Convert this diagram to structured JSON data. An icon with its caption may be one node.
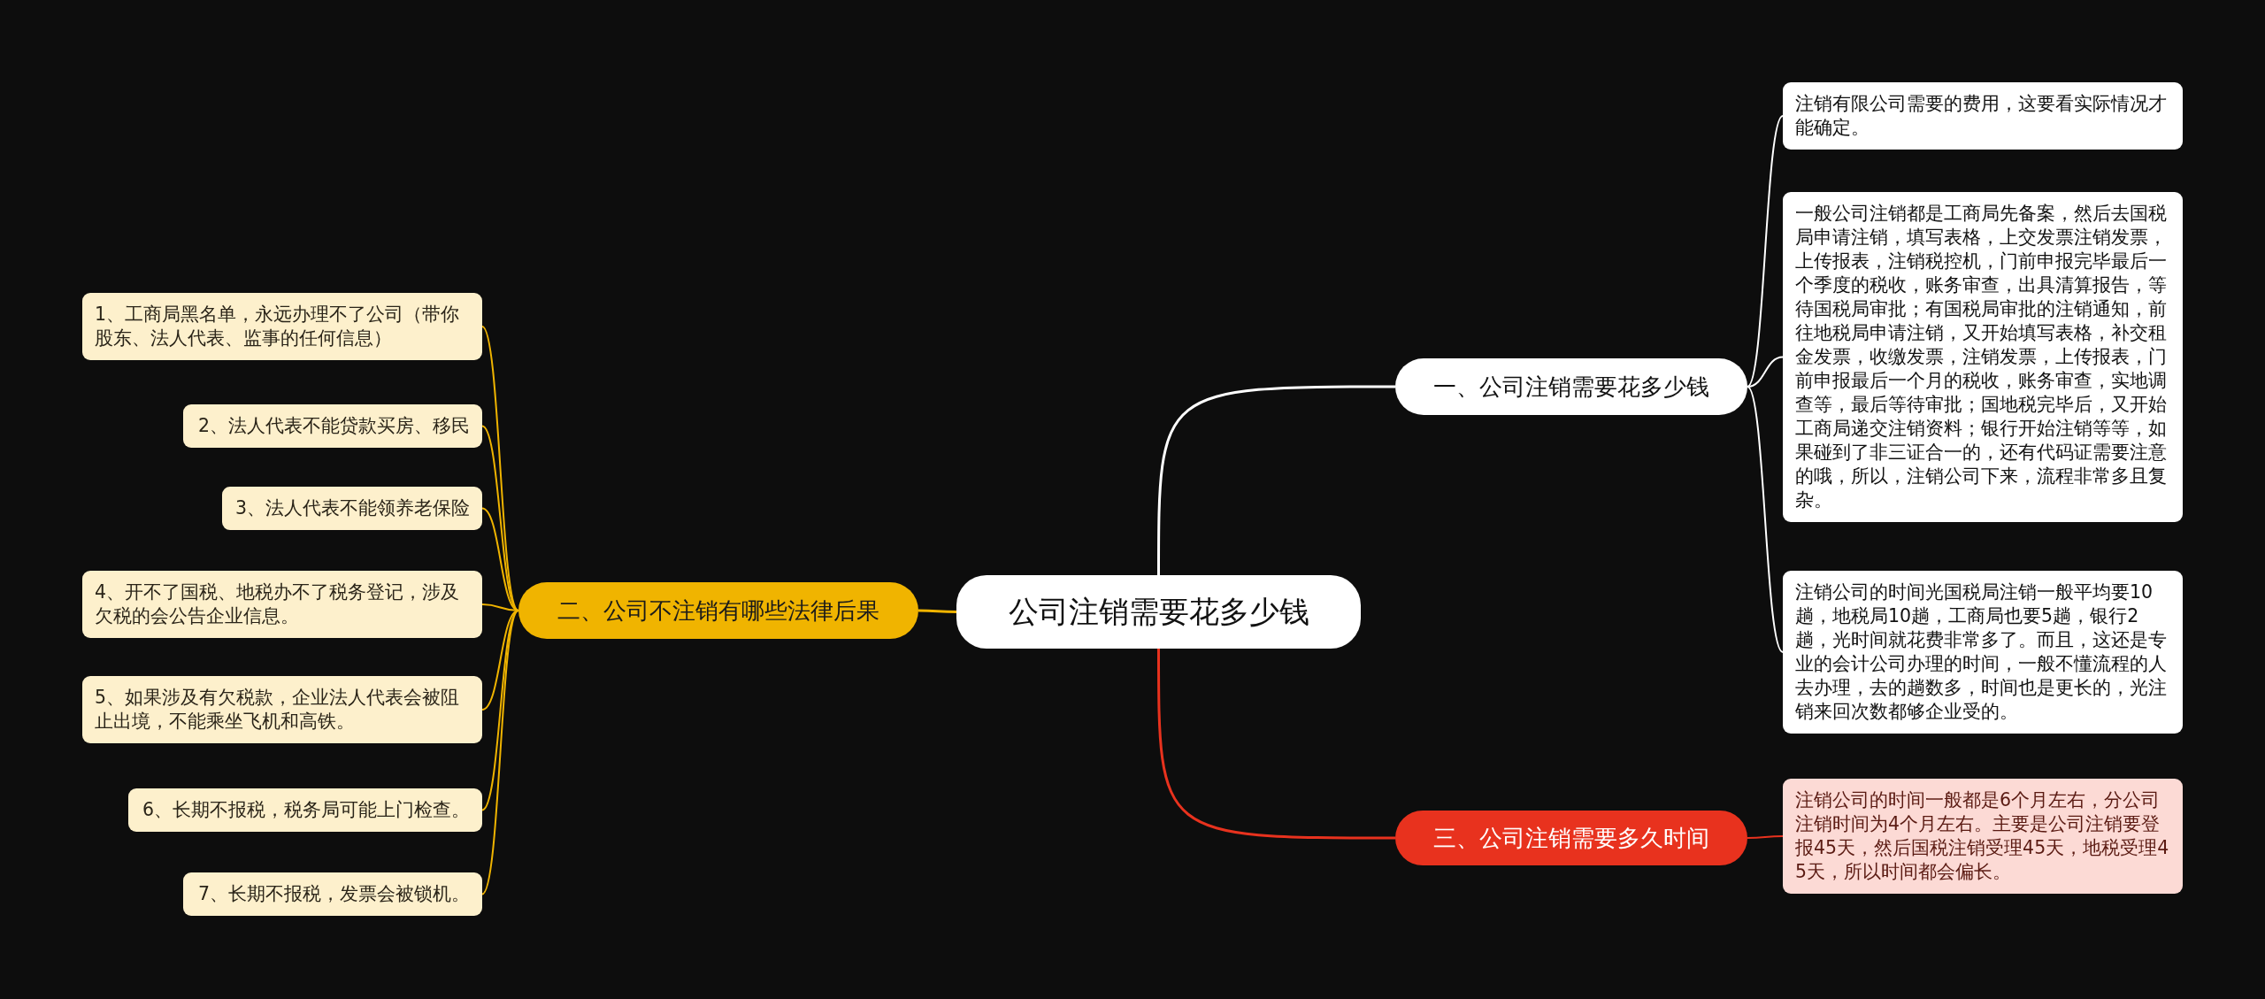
{
  "diagram": {
    "nodes": [
      {
        "text": [
          "公司注销需要花多少钱"
        ]
      },
      {
        "text": [
          "一、公司注销需要花多少钱"
        ]
      },
      {
        "text": [
          "注销有限公司需要的费用，这要看实际情况才能确定。"
        ]
      },
      {
        "text": [
          "一般公司注销都是工商局先备案，然后去国税局申请注销，填写表格，上交发票注销发票，上传报表，注销税控机，门前申报完毕最后一个季度的税收，账务审查，出具清算报告，等待国税局审批；有国税局审批的注销通知，前往地税局申请注销，又开始填写表格，补交租金发票，收缴发票，注销发票，上传报表，门前申报最后一个月的税收，账务审查，实地调查等，最后等待审批；国地税完毕后，又开始工商局递交注销资料；银行开始注销等等，如果碰到了非三证合一的，还有代码证需要注意的哦，所以，注销公司下来，流程非常多且复杂。"
        ]
      },
      {
        "text": [
          "注销公司的时间光国税局注销一般平均要10趟，地税局10趟，工商局也要5趟，银行2趟，光时间就花费非常多了。而且，这还是专业的会计公司办理的时间，一般不懂流程的人去办理，去的趟数多，时间也是更长的，光注销来回次数都够企业受的。"
        ]
      },
      {
        "text": [
          "二、公司不注销有哪些法律后果"
        ]
      },
      {
        "text": [
          "1、工商局黑名单，永远办理不了公司（带你股东、法人代表、监事的任何信息）"
        ]
      },
      {
        "text": [
          "2、法人代表不能贷款买房、移民"
        ]
      },
      {
        "text": [
          "3、法人代表不能领养老保险"
        ]
      },
      {
        "text": [
          "4、开不了国税、地税办不了税务登记，涉及欠税的会公告企业信息。"
        ]
      },
      {
        "text": [
          "5、如果涉及有欠税款，企业法人代表会被阻止出境，不能乘坐飞机和高铁。"
        ]
      },
      {
        "text": [
          "6、长期不报税，税务局可能上门检查。"
        ]
      },
      {
        "text": [
          "7、长期不报税，发票会被锁机。"
        ]
      },
      {
        "text": [
          "三、公司注销需要多久时间"
        ]
      },
      {
        "text": [
          "注销公司的时间一般都是6个月左右，分公司注销时间为4个月左右。主要是公司注销要登报45天，然后国税注销受理45天，地税受理45天，所以时间都会偏长。"
        ]
      }
    ],
    "edges": [
      {
        "from": 0,
        "to": 1,
        "arrow": "none",
        "color": "#ffffff"
      },
      {
        "from": 1,
        "to": 2,
        "arrow": "none",
        "color": "#ffffff"
      },
      {
        "from": 1,
        "to": 3,
        "arrow": "none",
        "color": "#ffffff"
      },
      {
        "from": 1,
        "to": 4,
        "arrow": "none",
        "color": "#ffffff"
      },
      {
        "from": 0,
        "to": 5,
        "arrow": "none"
      },
      {
        "from": 5,
        "to": 6,
        "arrow": "none"
      },
      {
        "from": 5,
        "to": 7,
        "arrow": "none"
      },
      {
        "from": 5,
        "to": 8,
        "arrow": "none"
      },
      {
        "from": 5,
        "to": 9,
        "arrow": "none"
      },
      {
        "from": 5,
        "to": 10,
        "arrow": "none"
      },
      {
        "from": 5,
        "to": 11,
        "arrow": "none"
      },
      {
        "from": 5,
        "to": 12,
        "arrow": "none"
      },
      {
        "from": 0,
        "to": 13,
        "arrow": "none",
        "color": "#e8321e"
      },
      {
        "from": 13,
        "to": 14,
        "arrow": "none",
        "color": "#e8321e"
      }
    ]
  }
}
